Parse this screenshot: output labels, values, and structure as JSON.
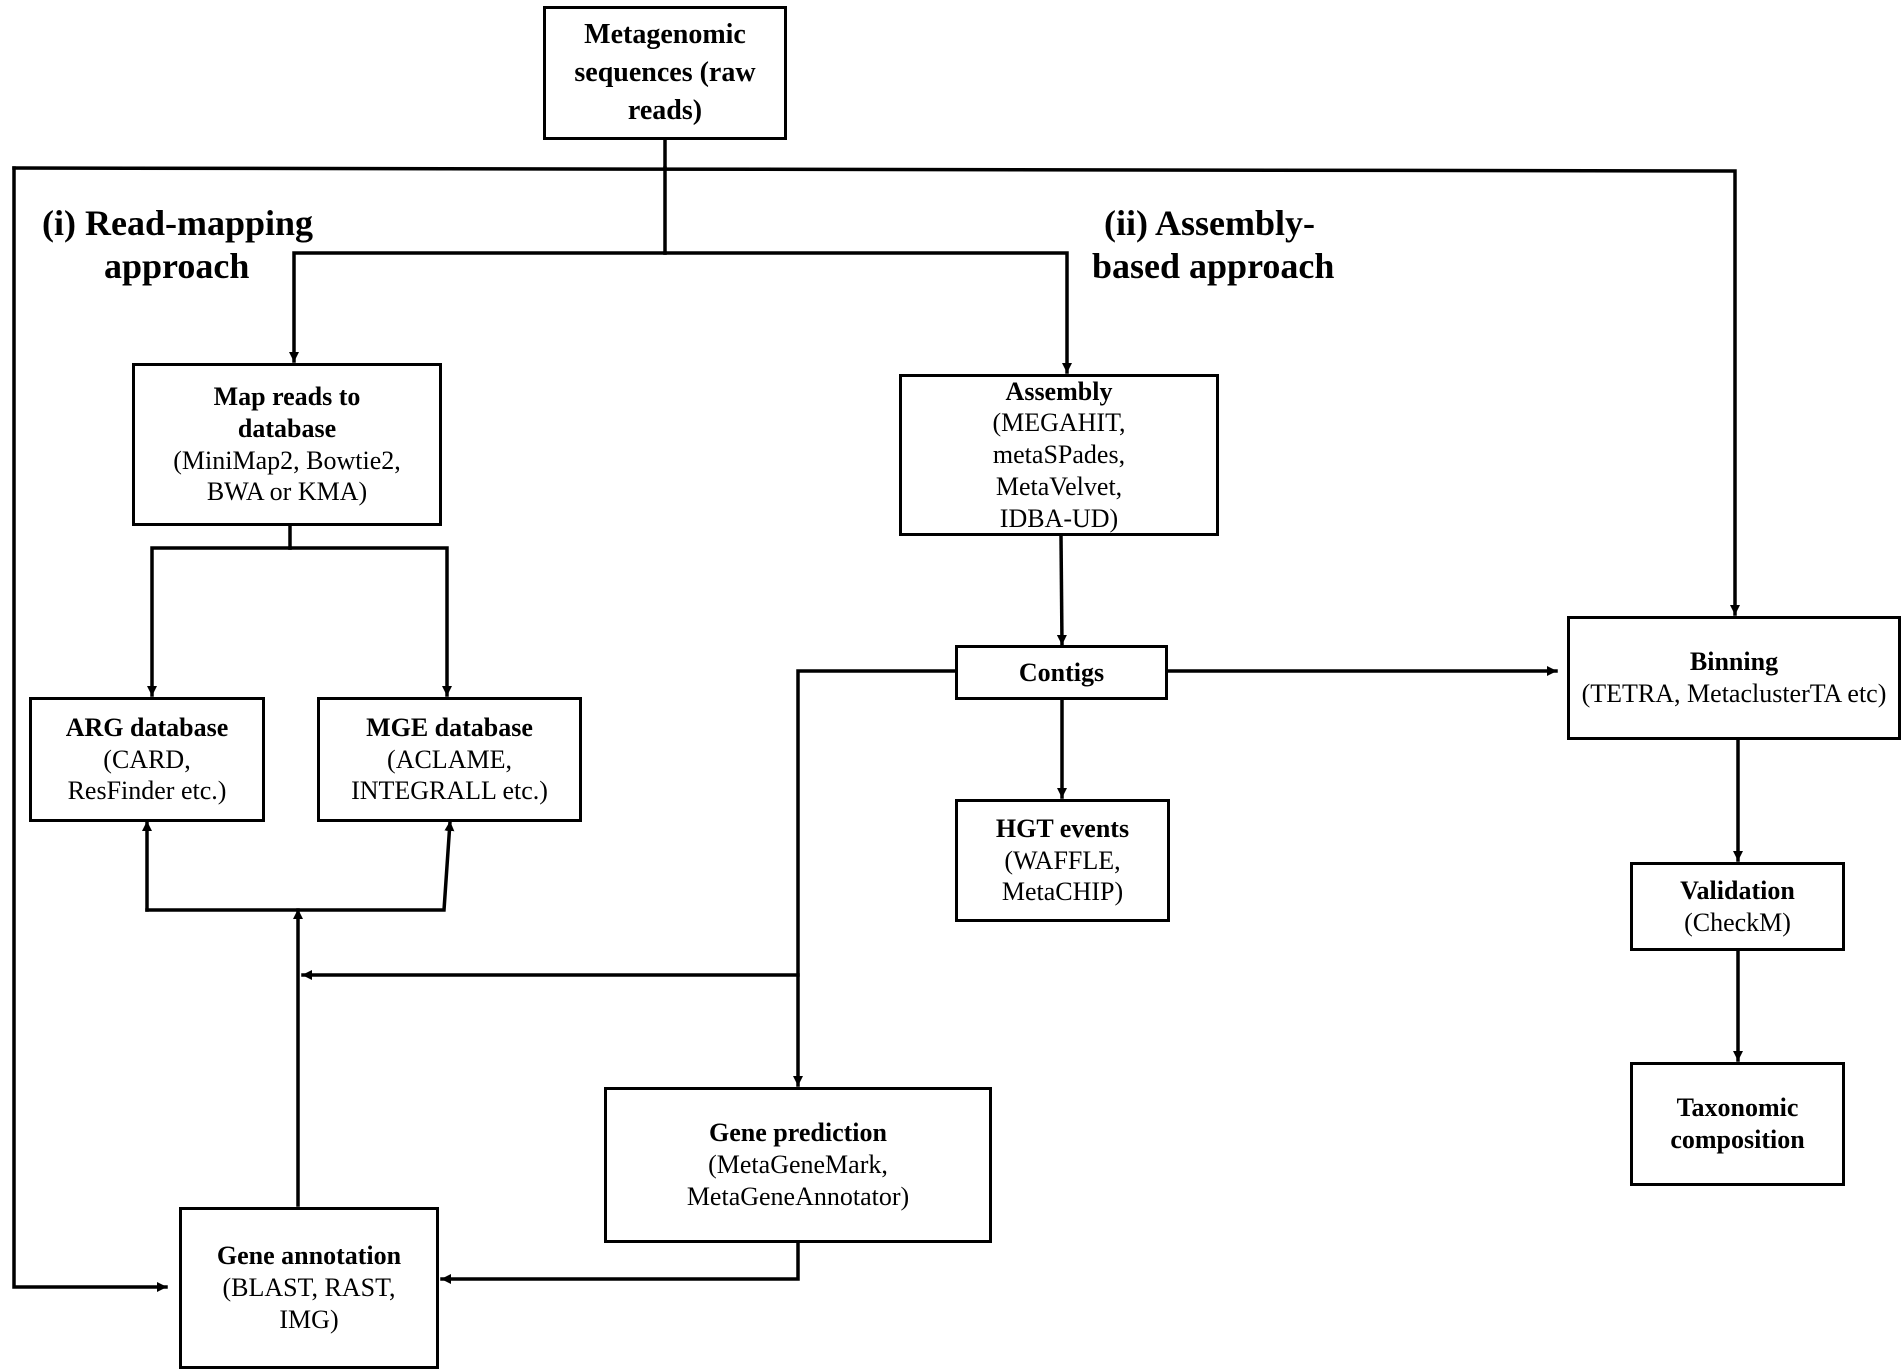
{
  "sections": {
    "read_mapping": {
      "line1": "(i) Read-mapping",
      "line2": "approach"
    },
    "assembly_based": {
      "line1": "(ii) Assembly-",
      "line2": "based approach"
    }
  },
  "nodes": {
    "raw_reads": {
      "title": "Metagenomic sequences (raw reads)",
      "detail": ""
    },
    "map_reads": {
      "title": "Map reads to database",
      "detail": "(MiniMap2, Bowtie2, BWA or KMA)"
    },
    "arg_db": {
      "title": "ARG database",
      "detail": "(CARD, ResFinder etc.)"
    },
    "mge_db": {
      "title": "MGE database",
      "detail": "(ACLAME, INTEGRALL etc.)"
    },
    "assembly": {
      "title": "Assembly",
      "detail": "(MEGAHIT, metaSPades, MetaVelvet, IDBA-UD)"
    },
    "contigs": {
      "title": "Contigs",
      "detail": ""
    },
    "hgt": {
      "title": "HGT events",
      "detail": "(WAFFLE, MetaCHIP)"
    },
    "binning": {
      "title": "Binning",
      "detail": "(TETRA, MetaclusterTA etc)"
    },
    "validation": {
      "title": "Validation",
      "detail": "(CheckM)"
    },
    "taxonomic": {
      "title": "Taxonomic composition",
      "detail": ""
    },
    "gene_prediction": {
      "title": "Gene prediction",
      "detail": "(MetaGeneMark, MetaGeneAnnotator)"
    },
    "gene_annotation": {
      "title": "Gene annotation",
      "detail": "(BLAST, RAST, IMG)"
    }
  }
}
